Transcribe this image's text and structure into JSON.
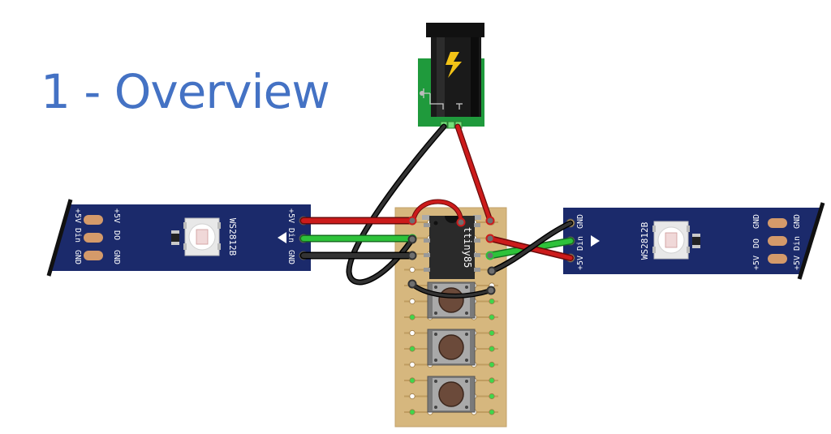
{
  "slide": {
    "title": "1 - Overview",
    "accent_color": "#4472c4"
  },
  "strip_left": {
    "chip_label": "WS2812B",
    "in_pins": [
      "+5V",
      "Din",
      "GND"
    ],
    "out_pins": [
      "+5V",
      "DO",
      "GND"
    ],
    "flow_arrow": "left"
  },
  "strip_right": {
    "chip_label": "WS2812B",
    "in_pins": [
      "+5V",
      "Din",
      "GND"
    ],
    "out_pins": [
      "+5V",
      "DO",
      "GND"
    ],
    "flow_arrow": "right"
  },
  "microcontroller": {
    "label": "ttiny85",
    "pins": 8
  },
  "power_jack": {
    "icon": "lightning-bolt-icon"
  },
  "perfboard": {
    "columns": 4,
    "rows": 13
  },
  "buttons": {
    "count": 3
  },
  "colors": {
    "strip_pcb": "#1b2a6b",
    "perfboard": "#d6b77e",
    "wire_red": "#cc1b1b",
    "wire_green": "#2ec23a",
    "wire_black": "#1a1a1a",
    "jack_pcb": "#1f9a3c"
  }
}
